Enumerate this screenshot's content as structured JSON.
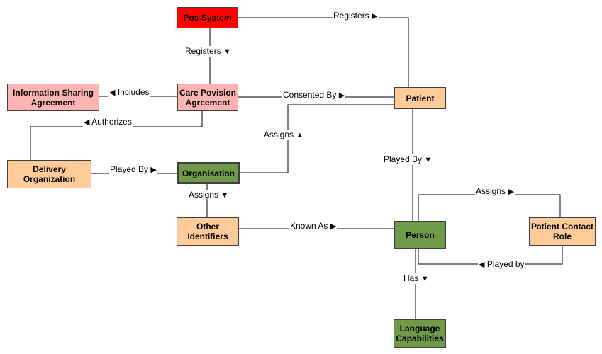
{
  "nodes": {
    "pos_system": "Pos System",
    "care_provision_agreement": "Care Povision\nAgreement",
    "info_sharing_agreement": "Information Sharing\nAgreement",
    "patient": "Patient",
    "delivery_organization": "Delivery\nOrganization",
    "organisation": "Organisation",
    "other_identifiers": "Other\nIdentifiers",
    "person": "Person",
    "patient_contact_role": "Patient Contact\nRole",
    "language_capabilities": "Language\nCapabilities"
  },
  "edges": {
    "pos_registers_patient": "Registers",
    "pos_registers_cpa": "Registers",
    "cpa_includes_isa": "Includes",
    "cpa_consented_by_patient": "Consented By",
    "cpa_authorizes_delivery": "Authorizes",
    "org_assigns_patient": "Assigns",
    "delivery_played_by_org": "Played By",
    "org_assigns_identifiers": "Assigns",
    "patient_played_by_person": "Played By",
    "identifiers_known_as_person": "Known As",
    "person_assigns_contact_role": "Assigns",
    "contact_role_played_by_person": "Played by",
    "person_has_language": "Has"
  },
  "colors": {
    "red": "#ff0000",
    "pink": "#ffb3b3",
    "peach": "#ffcc99",
    "green": "#6e9a4a",
    "border": "#404040"
  }
}
